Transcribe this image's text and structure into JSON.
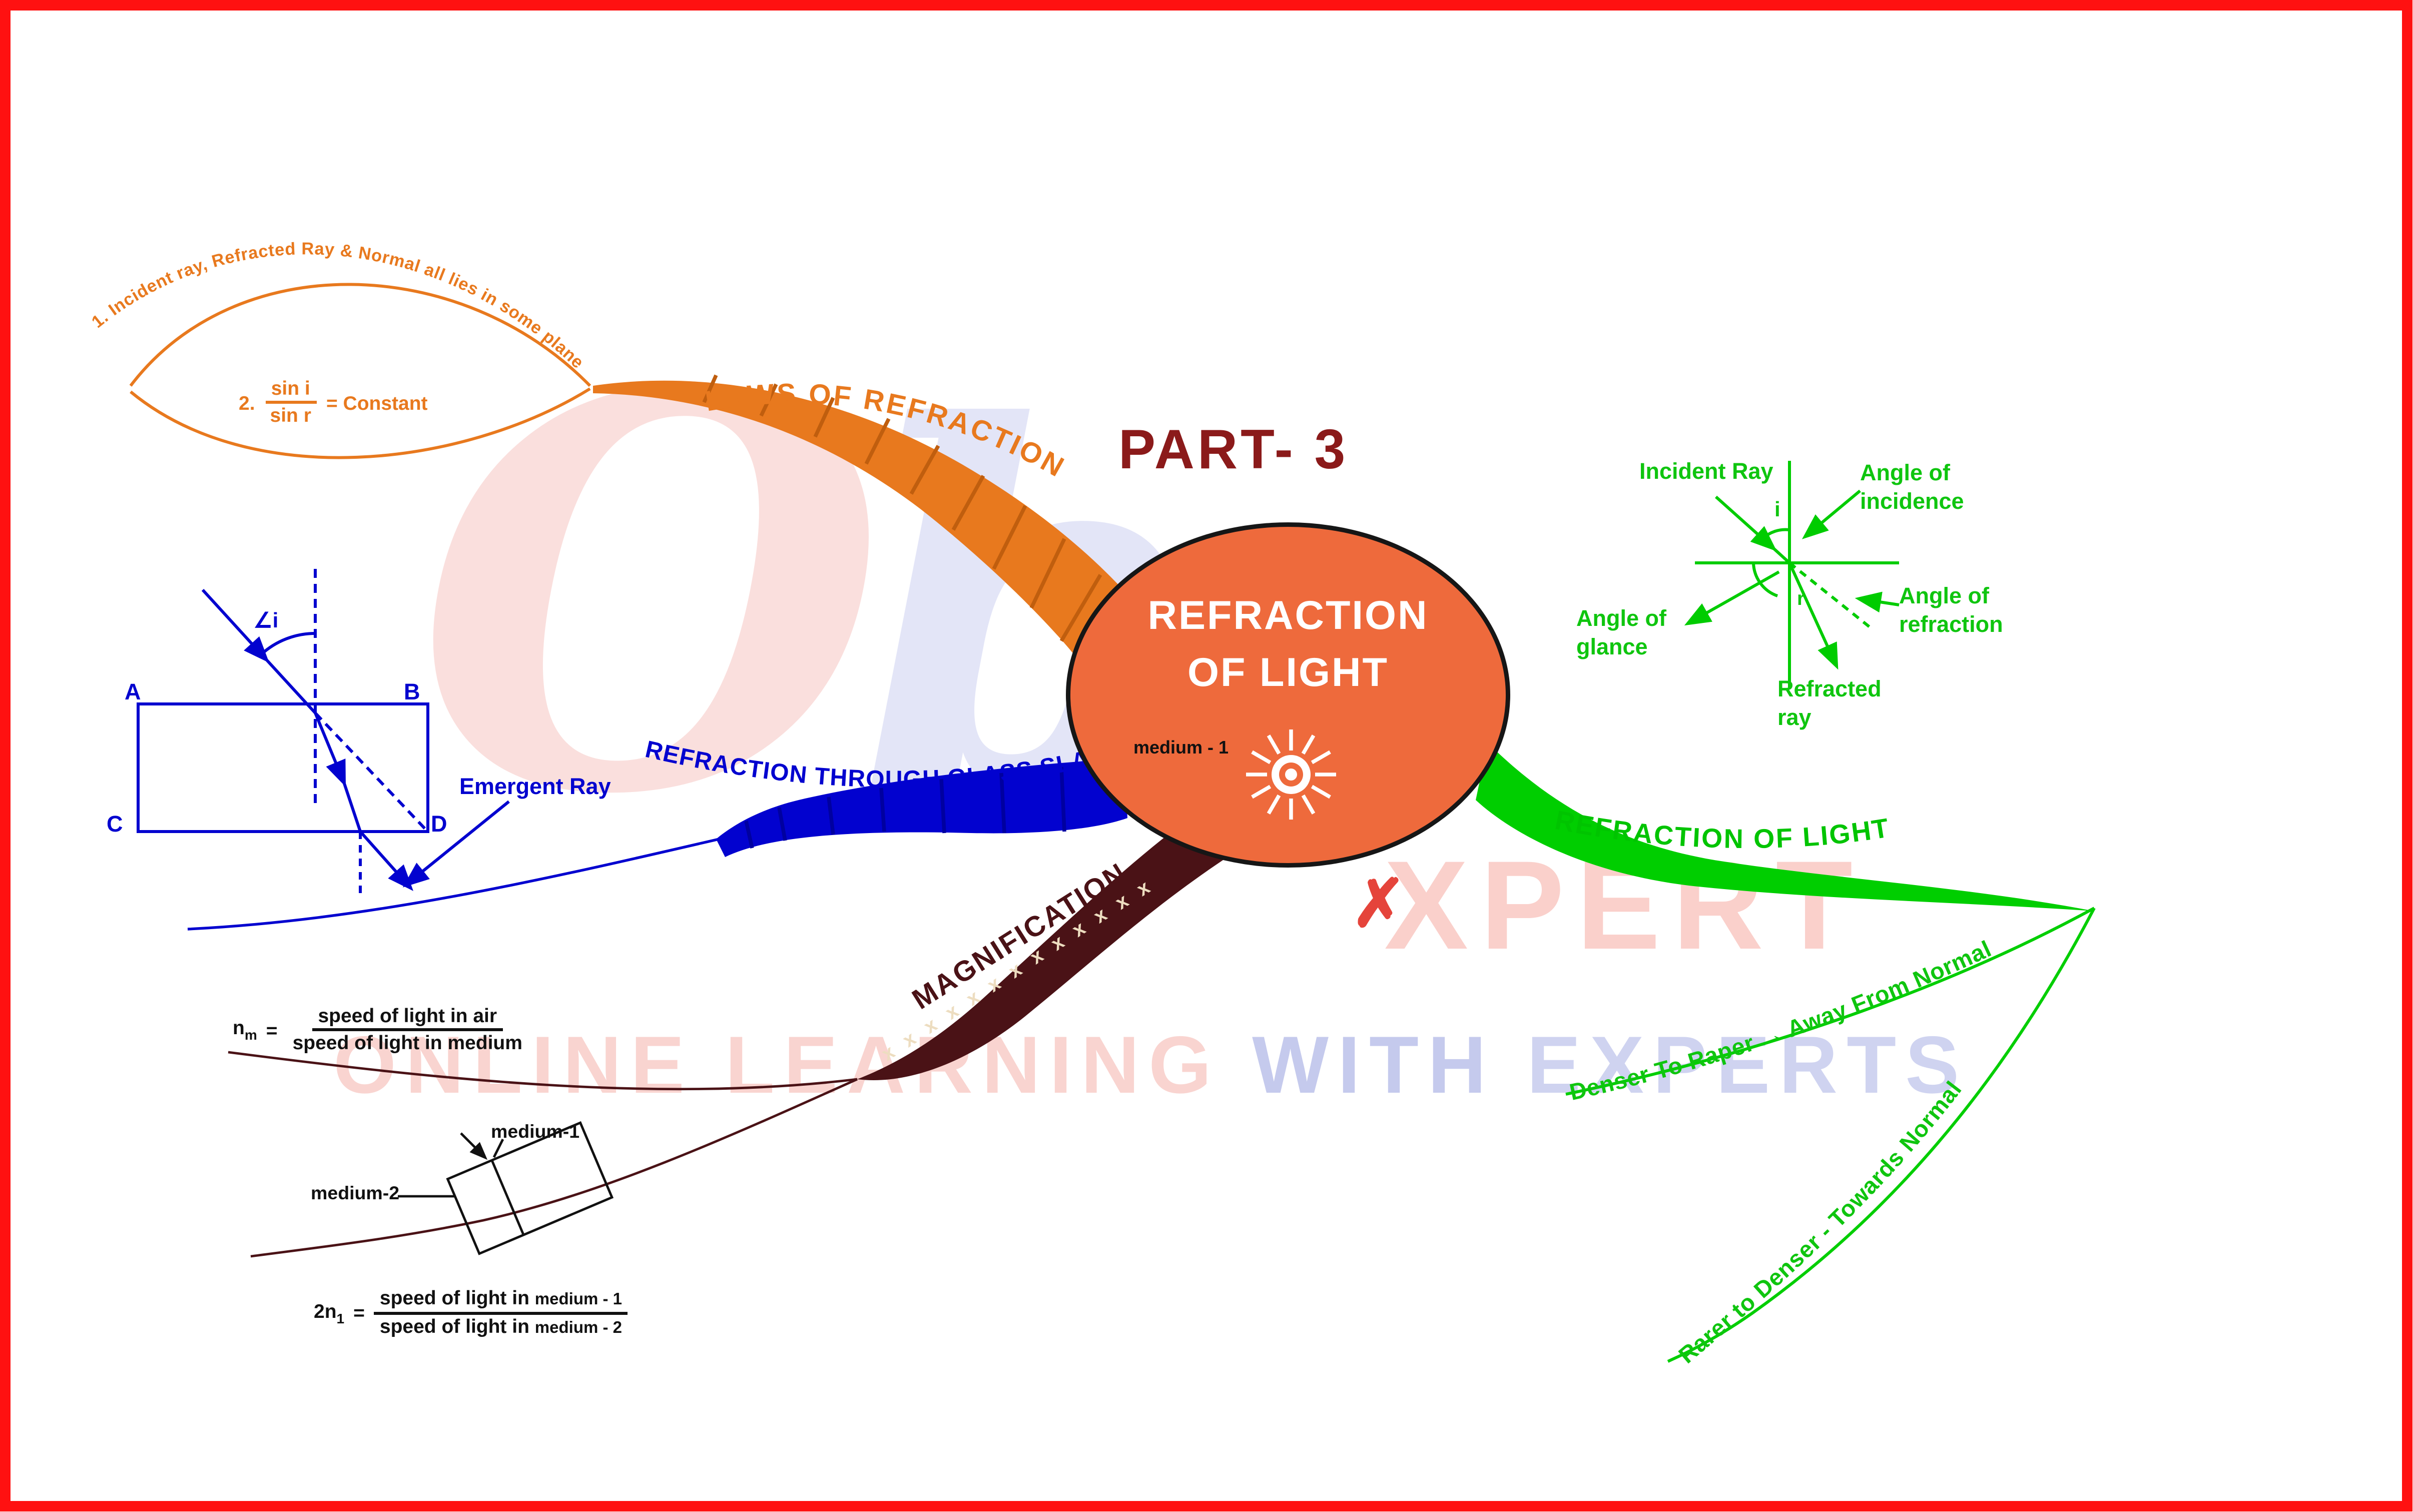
{
  "title": "PART- 3",
  "center": {
    "line1": "REFRACTION",
    "line2": "OF LIGHT",
    "medium": "medium - 1"
  },
  "watermark": {
    "letter1": "O",
    "letter2": "b",
    "cross": "✗",
    "xpert": "XPERT",
    "online_learning": "ONLINE LEARNING",
    "with_word": "WITH",
    "experts": "EXPERTS"
  },
  "laws": {
    "branch_label": "LAWS OF REFRACTION",
    "law1": "1. Incident ray, Refracted Ray & Normal all lies in some plane",
    "law2_no": "2.",
    "law2_num": "sin i",
    "law2_den": "sin r",
    "law2_eq": "= Constant"
  },
  "glass_slab": {
    "branch_label": "REFRACTION THROUGH GLASS SLAB",
    "emergent_ray": "Emergent Ray",
    "a": "A",
    "b": "B",
    "c": "C",
    "d": "D",
    "angle_i": "∠i"
  },
  "magnification": {
    "branch_label": "MAGNIFICATION",
    "pattern": "x x x x x x x x x x x x x",
    "f1_base": "n",
    "f1_sub": "m",
    "f1_eq": "=",
    "f1_num": "speed of light in air",
    "f1_den": "speed of light in medium",
    "f2_base": "2n",
    "f2_sub": "1",
    "f2_eq": "=",
    "f2_num_a": "speed of light in",
    "f2_num_b": "medium - 1",
    "f2_den_a": "speed of light in",
    "f2_den_b": "medium - 2",
    "medium1": "medium-1",
    "medium2": "medium-2"
  },
  "refraction": {
    "branch_label": "REFRACTION OF LIGHT",
    "incident_ray": "Incident Ray",
    "i": "i",
    "r": "r",
    "angle_incidence_l1": "Angle of",
    "angle_incidence_l2": "incidence",
    "angle_glance_l1": "Angle of",
    "angle_glance_l2": "glance",
    "angle_refraction_l1": "Angle of",
    "angle_refraction_l2": "refraction",
    "refracted_l1": "Refracted",
    "refracted_l2": "ray",
    "denser_note": "Denser To Raper → Away From Normal",
    "rarer_note": "Rarer to Denser - Towards Normal"
  },
  "colors": {
    "orange": "#E8791E",
    "blue": "#0202CF",
    "maroon": "#4A1216",
    "green": "#00CE00",
    "center_fill": "#EE6A3C",
    "title_red": "#8B1A1A",
    "frame_red": "#FF1111"
  }
}
